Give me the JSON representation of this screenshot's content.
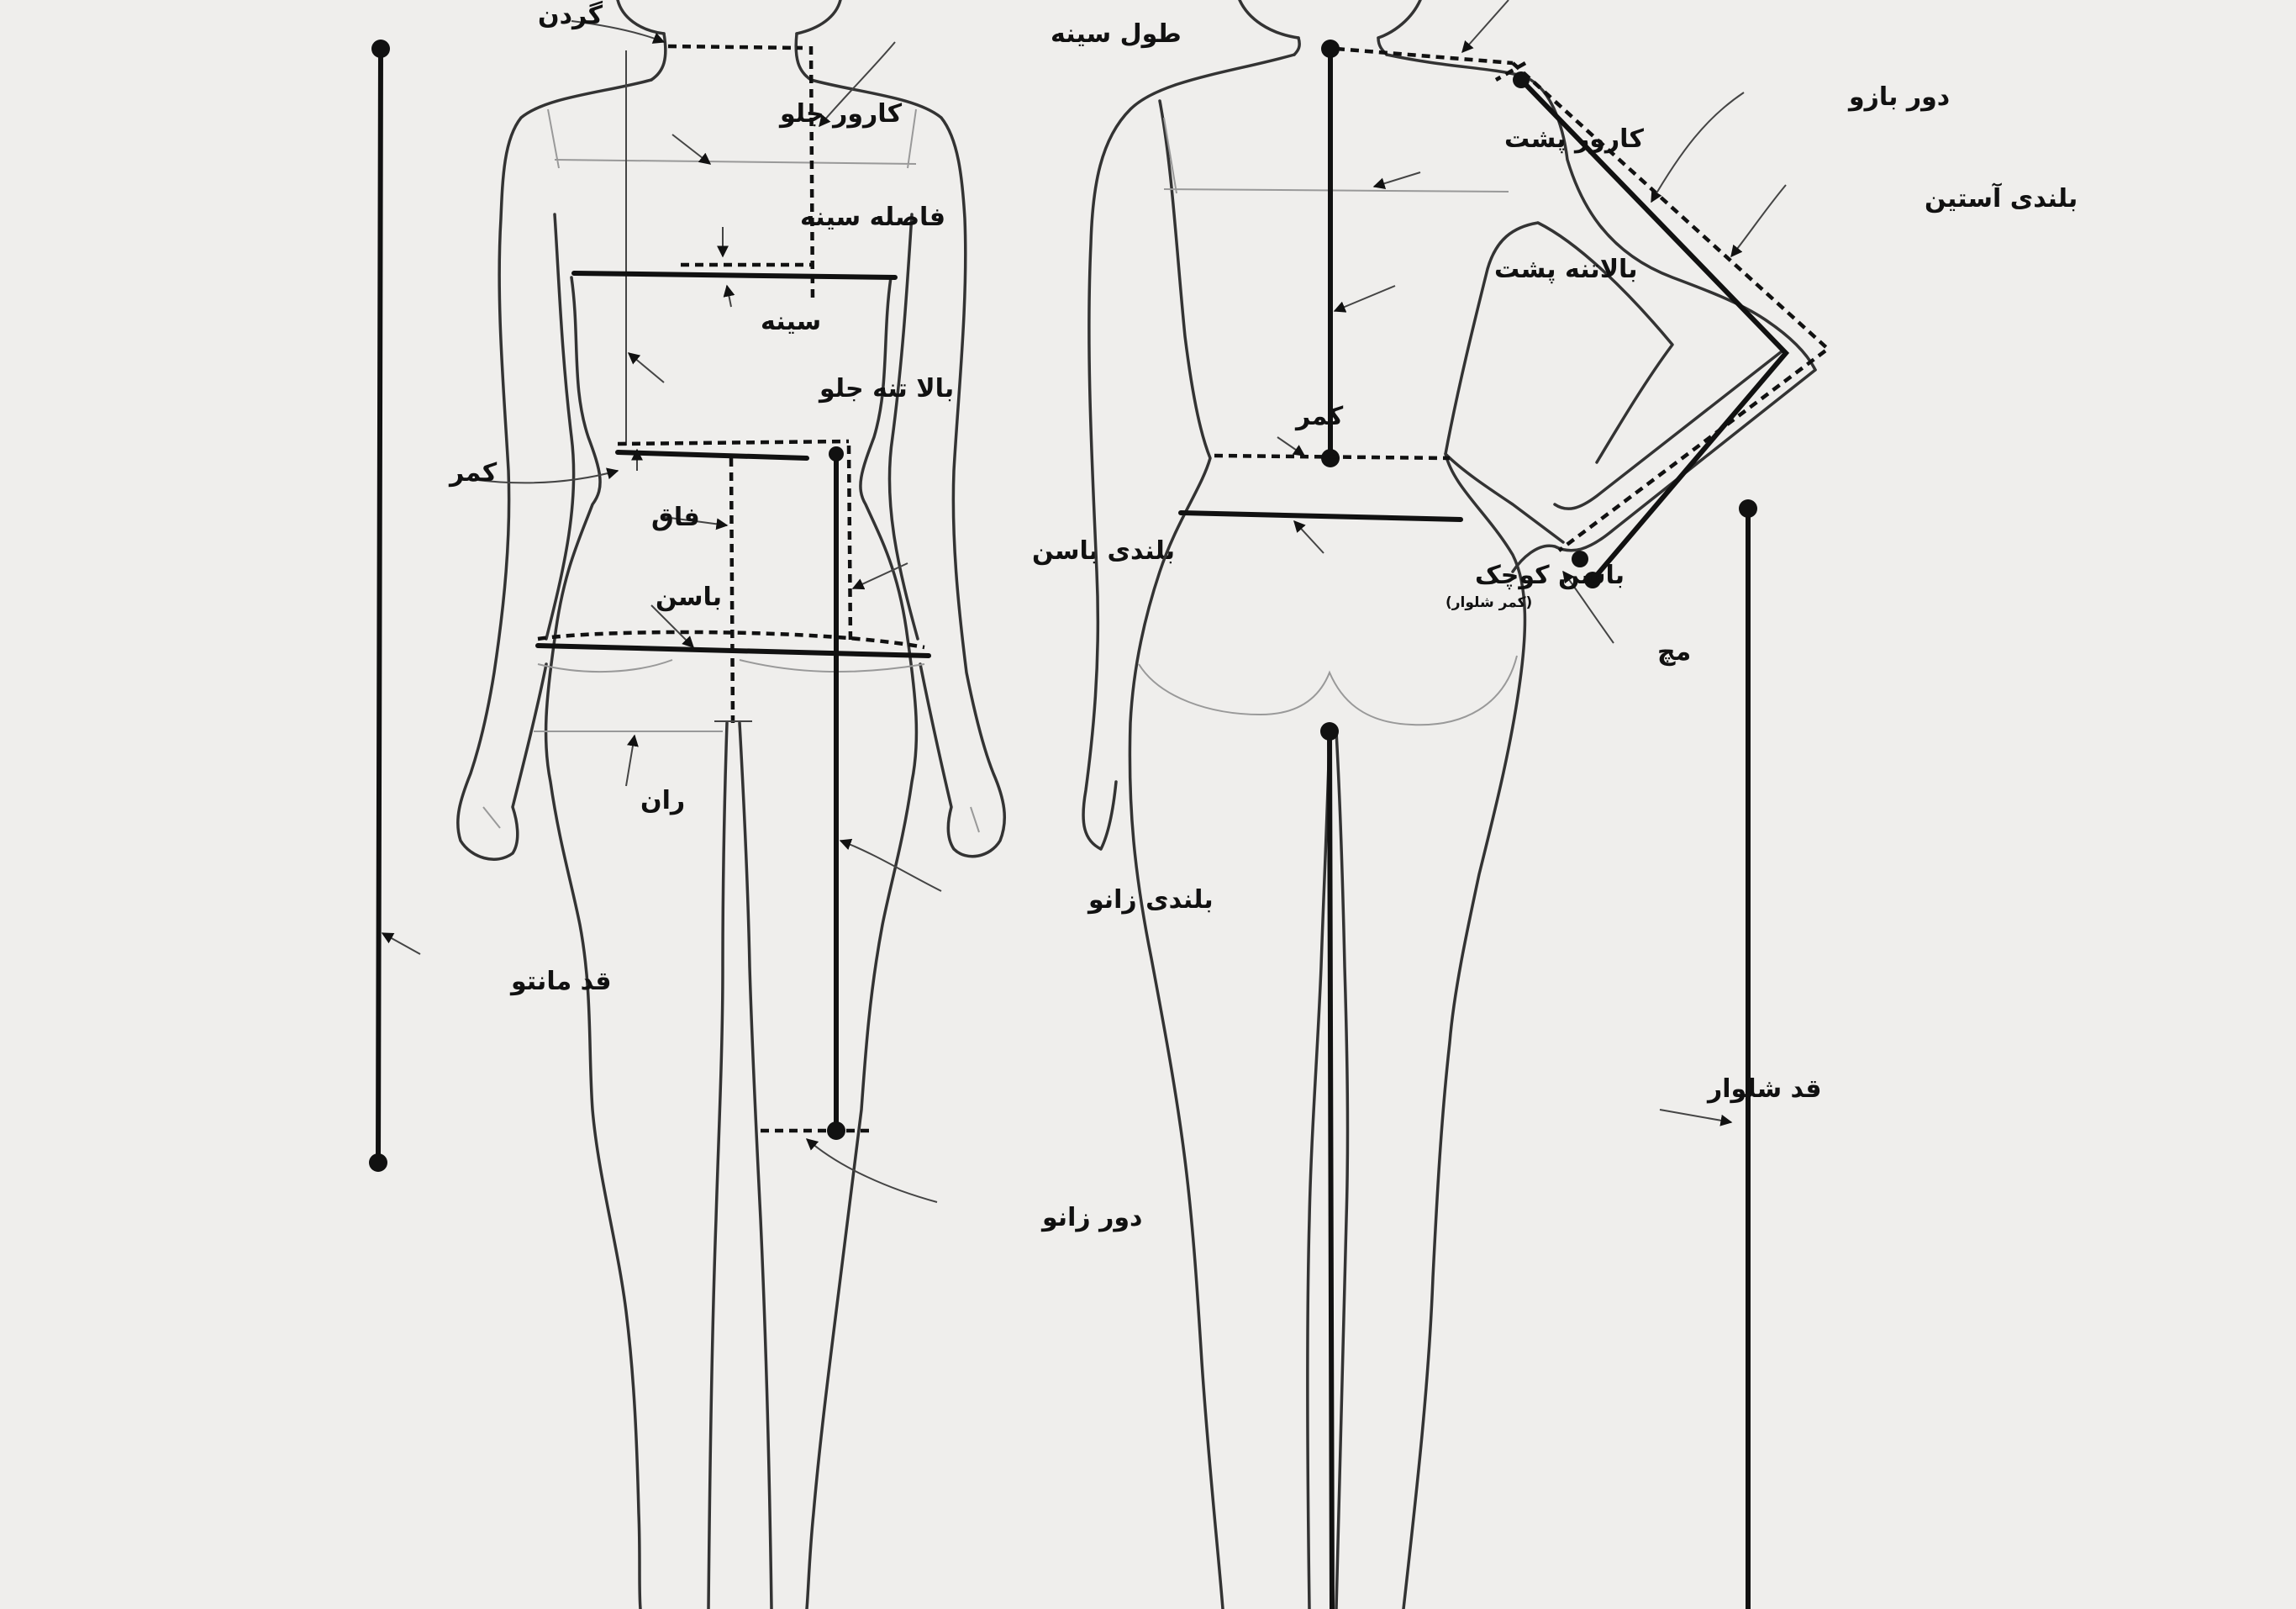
{
  "colors": {
    "background": "#efeeec",
    "ink": "#111111",
    "outline": "#333333",
    "guide": "#999999"
  },
  "front_view": {
    "neck": "گردن",
    "chest_length": "طول سینه",
    "front_yoke": "کارور جلو",
    "bust_distance": "فاصله سینه",
    "bust": "سینه",
    "front_bodice": "بالا تنه جلو",
    "waist": "کمر",
    "crotch": "فاق",
    "hip_height": "بلندی باسن",
    "hip": "باسن",
    "thigh": "ران",
    "knee_height": "بلندی زانو",
    "coat_length": "قد مانتو",
    "knee_circumference": "دور زانو"
  },
  "back_view": {
    "upper_arm": "دور بازو",
    "sleeve_length": "بلندی آستین",
    "back_yoke": "کارور پشت",
    "back_bodice": "بالاتنه پشت",
    "waist": "کمر",
    "small_hip": "باسن کوچک",
    "small_hip_note": "(کمر شلوار)",
    "wrist": "مچ",
    "trouser_length": "قد شلوار"
  }
}
